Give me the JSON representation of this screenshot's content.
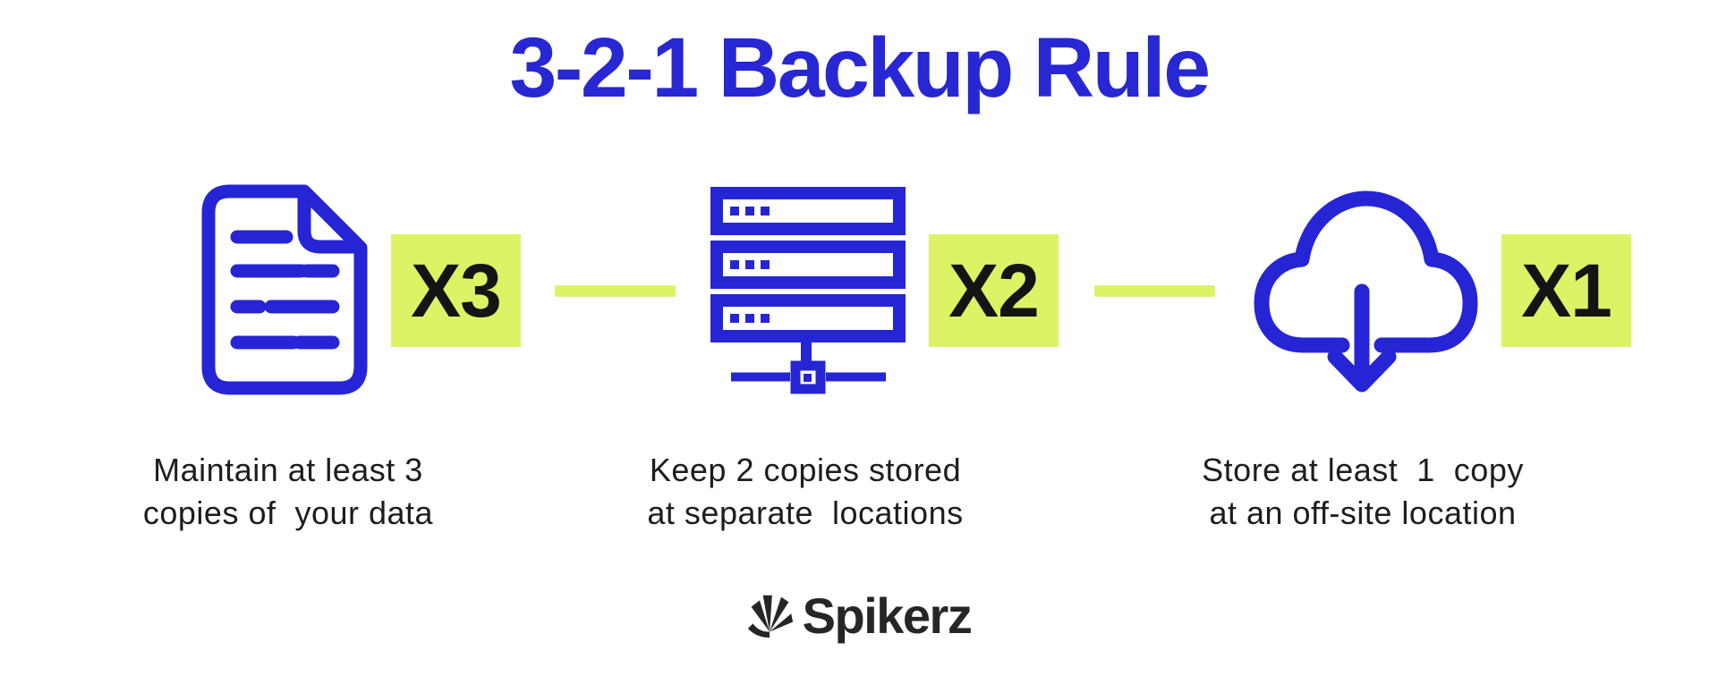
{
  "title": "3-2-1 Backup Rule",
  "colors": {
    "accent_blue": "#2727d3",
    "highlight_lime": "#def266",
    "caption_text": "#1d1d1d",
    "badge_text": "#141414",
    "logo_dark": "#262626",
    "background": "#ffffff"
  },
  "units": [
    {
      "icon": "document-icon",
      "badge": "X3",
      "caption_line1": "Maintain at least 3",
      "caption_line2": "copies of  your data"
    },
    {
      "icon": "server-stack-icon",
      "badge": "X2",
      "caption_line1": "Keep 2 copies stored",
      "caption_line2": "at separate  locations"
    },
    {
      "icon": "cloud-download-icon",
      "badge": "X1",
      "caption_line1": "Store at least  1  copy",
      "caption_line2": "at an off-site location"
    }
  ],
  "footer": {
    "brand": "Spikerz"
  }
}
